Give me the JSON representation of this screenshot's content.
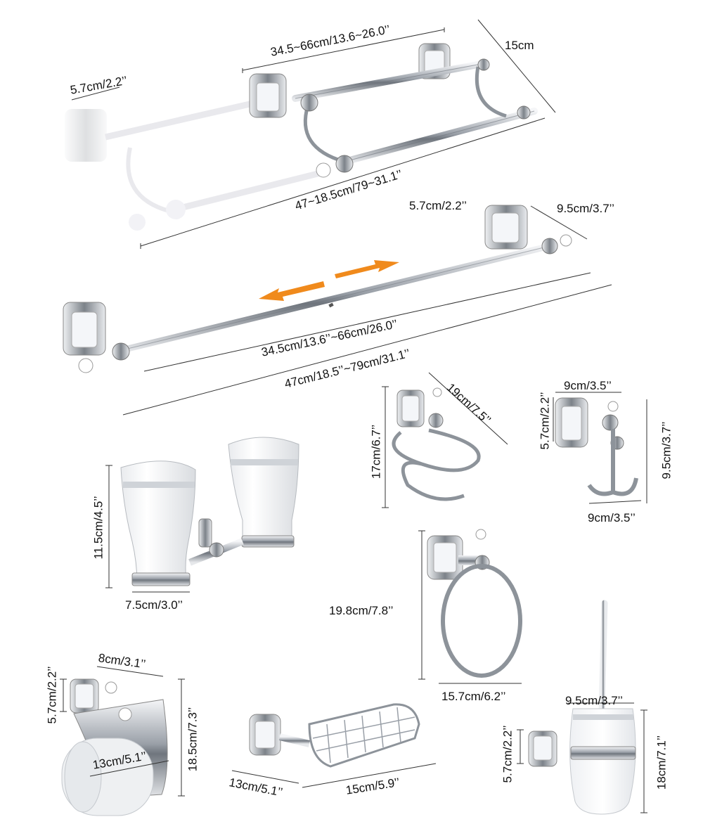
{
  "diagram": {
    "background_color": "#ffffff",
    "metal_color": "#b9bcc2",
    "arrow_color": "#f08a1c",
    "products": [
      {
        "id": "double-towel-bar",
        "dims": [
          "34.5~66cm/13.6~26.0’’",
          "15cm",
          "5.7cm/2.2’’",
          "47~18.5cm/79~31.1’’"
        ]
      },
      {
        "id": "single-towel-bar",
        "dims": [
          "5.7cm/2.2’’",
          "9.5cm/3.7’’",
          "34.5cm/13.6’’~66cm/26.0’’",
          "47cm/18.5’’~79cm/31.1’’"
        ]
      },
      {
        "id": "hair-dryer-holder",
        "dims": [
          "19cm/7.5’’",
          "17cm/6.7’’"
        ]
      },
      {
        "id": "robe-hook",
        "dims": [
          "9cm/3.5’’",
          "5.7cm/2.2’’",
          "9.5cm/3.7’’",
          "9cm/3.5’’"
        ]
      },
      {
        "id": "tumbler-holder",
        "dims": [
          "11.5cm/4.5’’",
          "7.5cm/3.0’’"
        ]
      },
      {
        "id": "towel-ring",
        "dims": [
          "19.8cm/7.8’’",
          "15.7cm/6.2’’"
        ]
      },
      {
        "id": "paper-holder",
        "dims": [
          "8cm/3.1’’",
          "5.7cm/2.2’’",
          "18.5cm/7.3’’",
          "13cm/5.1’’"
        ]
      },
      {
        "id": "soap-basket",
        "dims": [
          "13cm/5.1’’",
          "15cm/5.9’’"
        ]
      },
      {
        "id": "toilet-brush",
        "dims": [
          "9.5cm/3.7’’",
          "5.7cm/2.2’’",
          "18cm/7.1’’"
        ]
      }
    ]
  }
}
